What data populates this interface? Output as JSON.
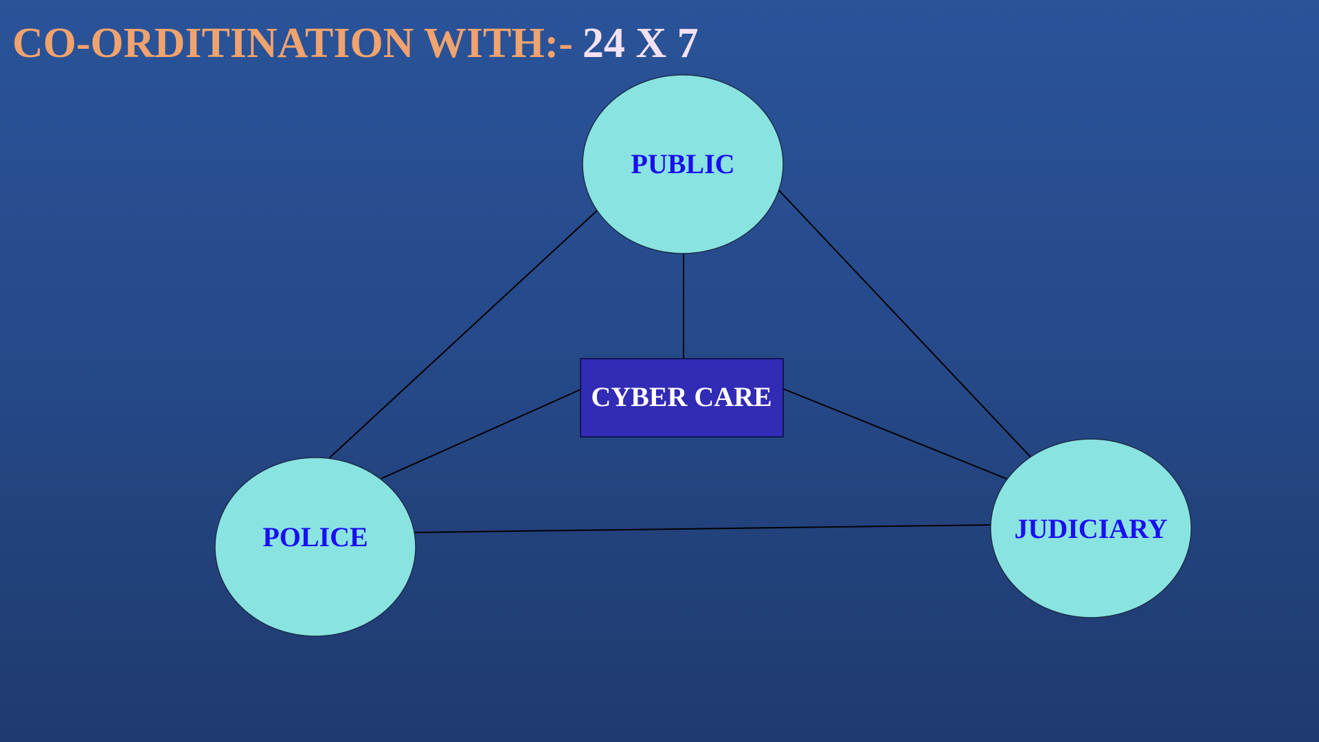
{
  "title": {
    "main": "CO-ORDITINATION WITH:-",
    "accent": "24 X 7"
  },
  "colors": {
    "node_fill": "#89e3e1",
    "node_text": "#1a0ff0",
    "center_fill": "#322bb5",
    "center_text": "#ffffff",
    "line": "#000000",
    "title_main": "#f0a36e",
    "title_accent": "#f3e1f3"
  },
  "diagram": {
    "center": {
      "label": "CYBER CARE"
    },
    "nodes": {
      "public": {
        "label": "PUBLIC"
      },
      "police": {
        "label": "POLICE"
      },
      "judiciary": {
        "label": "JUDICIARY"
      }
    }
  }
}
